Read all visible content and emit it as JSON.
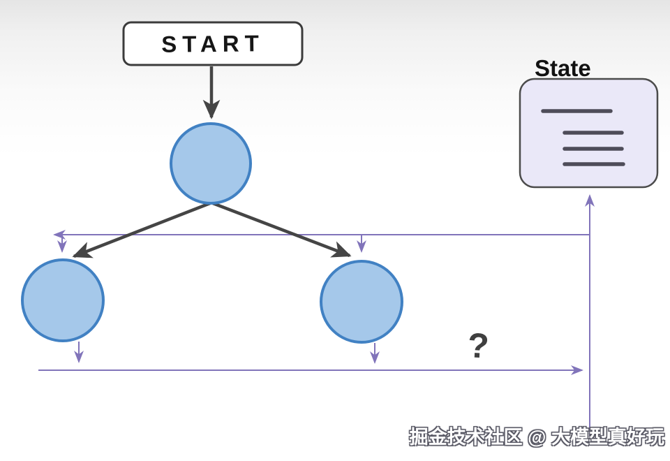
{
  "diagram": {
    "start_label": "START",
    "state_label": "State",
    "question_label": "?",
    "watermark": "掘金技术社区 @ 大模型真好玩",
    "node_count": 3,
    "state_content_line_count": 4
  },
  "colors": {
    "node_fill": "#a5c8ea",
    "node_border": "#4181c3",
    "arrow_dark": "#454545",
    "arrow_purple": "#8174ba",
    "state_box_fill": "#eae8f8",
    "state_box_border": "#4b4b4b",
    "state_line": "#4e4c59",
    "start_box_fill": "#ffffff",
    "start_box_border": "#3b3b3b",
    "question_color": "#3f3f3f",
    "background_top": "#e5e5e5",
    "background_bottom": "#ffffff"
  }
}
